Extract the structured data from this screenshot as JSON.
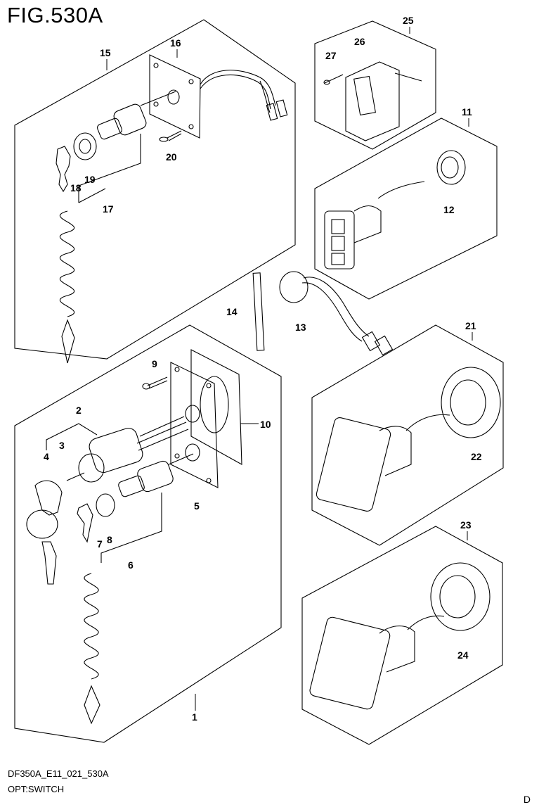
{
  "figure_title": "FIG.530A",
  "footer": {
    "code": "DF350A_E11_021_530A",
    "name": "OPT:SWITCH",
    "page_marker": "D"
  },
  "callouts": {
    "c1": "1",
    "c2": "2",
    "c3": "3",
    "c4": "4",
    "c5": "5",
    "c6": "6",
    "c7": "7",
    "c8": "8",
    "c9": "9",
    "c10": "10",
    "c11": "11",
    "c12": "12",
    "c13": "13",
    "c14": "14",
    "c15": "15",
    "c16": "16",
    "c17": "17",
    "c18": "18",
    "c19": "19",
    "c20": "20",
    "c21": "21",
    "c22": "22",
    "c23": "23",
    "c24": "24",
    "c25": "25",
    "c26": "26",
    "c27": "27"
  }
}
